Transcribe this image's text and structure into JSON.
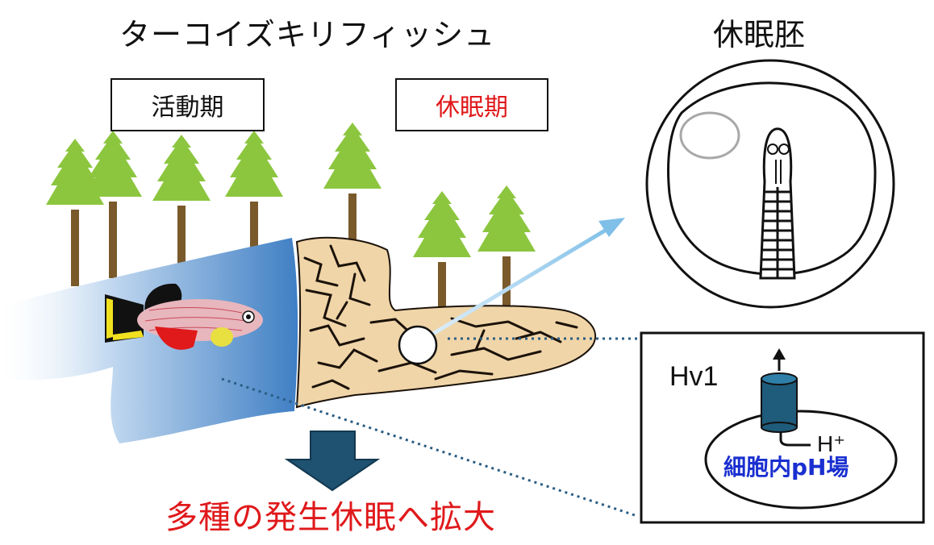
{
  "title": "ターコイズキリフィッシュ",
  "embryo_title": "休眠胚",
  "labels": {
    "active": "活動期",
    "dormant": "休眠期"
  },
  "conclusion": "多種の発生休眠へ拡大",
  "inset": {
    "channel": "Hv1",
    "proton": "H⁺",
    "field": "細胞内pH場"
  },
  "colors": {
    "tree_foliage": "#8cc63f",
    "tree_trunk": "#7a5a2b",
    "water": "#4a86c8",
    "soil": "#f0d5a8",
    "arrow_down": "#1f5170",
    "arrow_light": "#8cc7ea",
    "channel": "#1f5b7a",
    "highlight_red": "#e0191b",
    "ph_blue": "#1a2fd0"
  },
  "icons": [
    "tree-icon",
    "fish-icon",
    "embryo-icon",
    "down-arrow-icon",
    "ion-channel-icon"
  ]
}
